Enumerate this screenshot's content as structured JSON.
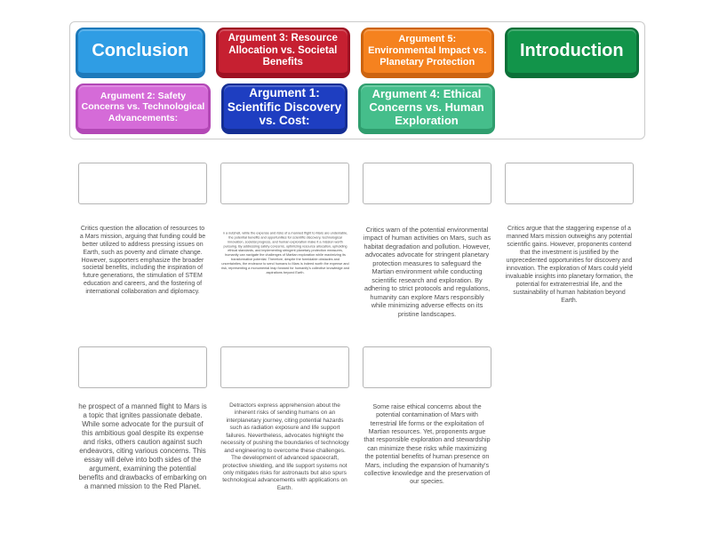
{
  "tiles": [
    {
      "label": "Conclusion",
      "fill": "#2f9de4",
      "edge": "#1d79ba"
    },
    {
      "label": "Argument 3: Resource Allocation vs. Societal Benefits",
      "fill": "#c62031",
      "edge": "#9e1122"
    },
    {
      "label": "Argument 5: Environmental Impact vs. Planetary Protection",
      "fill": "#f5821f",
      "edge": "#cc6410"
    },
    {
      "label": "Introduction",
      "fill": "#12944a",
      "edge": "#0b7038"
    },
    {
      "label": "Argument 2: Safety Concerns vs. Technological Advancements:",
      "fill": "#d56bd8",
      "edge": "#b348b6"
    },
    {
      "label": "Argument 1: Scientific Discovery vs. Cost:",
      "fill": "#1e3ec1",
      "edge": "#142e94"
    },
    {
      "label": "Argument 4: Ethical Concerns vs. Human Exploration",
      "fill": "#45be8b",
      "edge": "#2f9e6e"
    }
  ],
  "slots": [
    {
      "text": "Critics question the allocation of resources to a Mars mission, arguing that funding could be better utilized to address pressing issues on Earth, such as poverty and climate change. However, supporters emphasize the broader societal benefits, including the inspiration of future generations, the stimulation of STEM education and careers, and the fostering of international collaboration and diplomacy."
    },
    {
      "text": "n a nutshell, while the expense and risks of a manned flight to Mars are undeniable, the potential benefits and opportunities for scientific discovery, technological innovation, societal progress, and human exploration make it a mission worth pursuing. By addressing safety concerns, optimizing resource allocation, upholding ethical standards, and implementing stringent planetary protection measures, humanity can navigate the challenges of Martian exploration while maximizing its transformative potential. Therefore, despite the formidable obstacles and uncertainties, the endeavor to send humans to Mars is indeed worth the expense and risk, representing a monumental leap forward for humanity's collective knowledge and aspirations beyond Earth."
    },
    {
      "text": "Critics warn of the potential environmental impact of human activities on Mars, such as habitat degradation and pollution. However, advocates advocate for stringent planetary protection measures to safeguard the Martian environment while conducting scientific research and exploration. By adhering to strict protocols and regulations, humanity can explore Mars responsibly while minimizing adverse effects on its pristine landscapes."
    },
    {
      "text": "Critics argue that the staggering expense of a manned Mars mission outweighs any potential scientific gains. However, proponents contend that the investment is justified by the unprecedented opportunities for discovery and innovation. The exploration of Mars could yield invaluable insights into planetary formation, the potential for extraterrestrial life, and the sustainability of human habitation beyond Earth."
    },
    {
      "text": "he prospect of a manned flight to Mars is a topic that ignites passionate debate. While some advocate for the pursuit of this ambitious goal despite its expense and risks, others caution against such endeavors, citing various concerns. This essay will delve into both sides of the argument, examining the potential benefits and drawbacks of embarking on a manned mission to the Red Planet."
    },
    {
      "text": "Detractors express apprehension about the inherent risks of sending humans on an interplanetary journey, citing potential hazards such as radiation exposure and life support failures. Nevertheless, advocates highlight the necessity of pushing the boundaries of technology and engineering to overcome these challenges. The development of advanced spacecraft, protective shielding, and life support systems not only mitigates risks for astronauts but also spurs technological advancements with applications on Earth."
    },
    {
      "text": "Some raise ethical concerns about the potential contamination of Mars with terrestrial life forms or the exploitation of Martian resources. Yet, proponents argue that responsible exploration and stewardship can minimize these risks while maximizing the potential benefits of human presence on Mars, including the expansion of humanity's collective knowledge and the preservation of our species."
    }
  ]
}
